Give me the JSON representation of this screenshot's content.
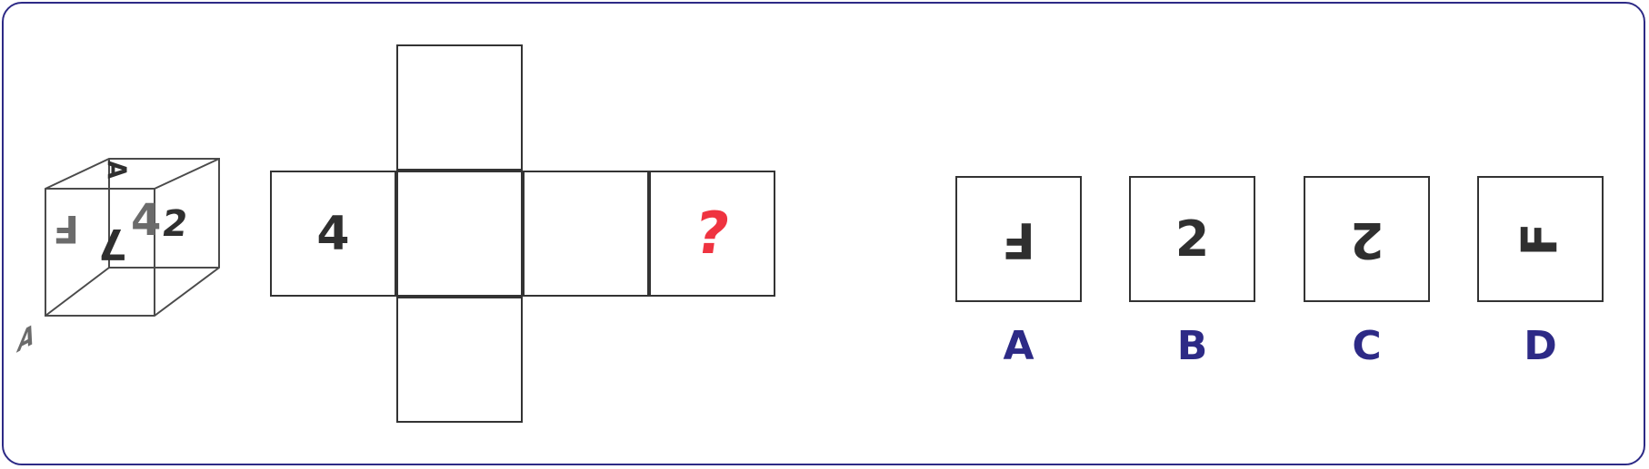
{
  "puzzle": {
    "cube_faces": {
      "front": "F",
      "right": "2",
      "back": "4",
      "top": "A",
      "bottom": "A",
      "middle": "7"
    },
    "net": {
      "left_symbol": "4",
      "question_symbol": "?",
      "empty_cells": [
        "",
        "",
        "",
        ""
      ]
    },
    "options": {
      "A": "F",
      "B": "2",
      "C": "2",
      "D": "F"
    },
    "labels": {
      "A": "A",
      "B": "B",
      "C": "C",
      "D": "D"
    },
    "colors": {
      "frame": "#2d2a86",
      "question": "#ef3340",
      "option_label": "#2d2a86",
      "glyph_dark": "#2f2f2f",
      "glyph_gray": "#6b6b6b"
    }
  }
}
